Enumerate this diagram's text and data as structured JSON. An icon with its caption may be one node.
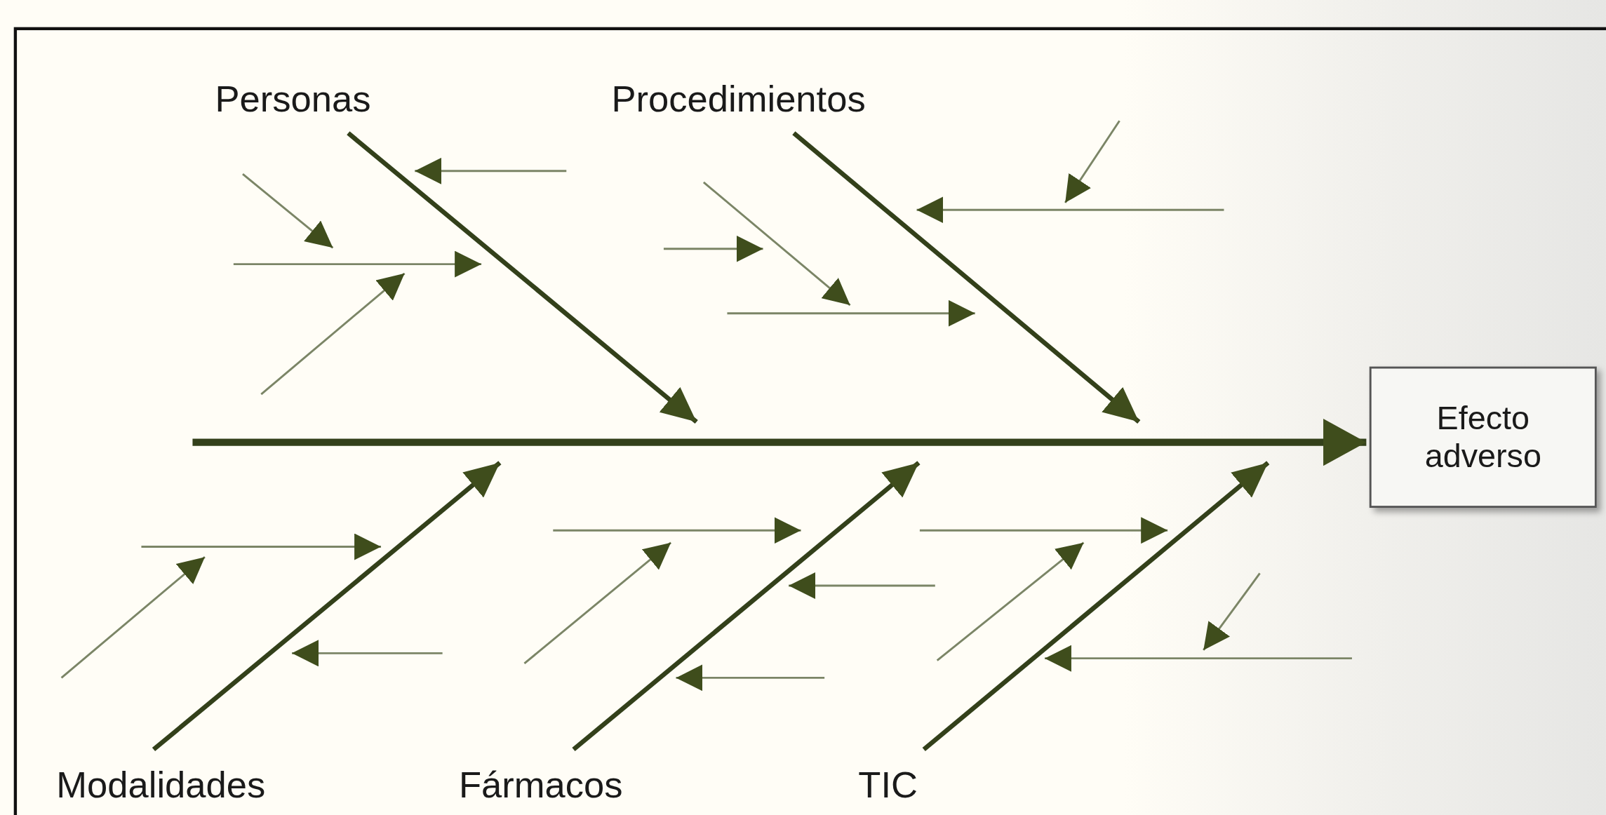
{
  "diagram": {
    "nodes": [
      {
        "text": [
          "Personas"
        ]
      },
      {
        "text": [
          "Procedimientos"
        ]
      },
      {
        "text": [
          "Modalidades"
        ]
      },
      {
        "text": [
          "Fármacos"
        ]
      },
      {
        "text": [
          "TIC"
        ]
      },
      {
        "text": [
          "Efecto adverso"
        ]
      }
    ],
    "edges": [
      {
        "from": 0,
        "to": null,
        "arrow": "to"
      },
      {
        "from": 1,
        "to": null,
        "arrow": "to"
      },
      {
        "from": 2,
        "to": null,
        "arrow": "to"
      },
      {
        "from": 3,
        "to": null,
        "arrow": "to"
      },
      {
        "from": 4,
        "to": null,
        "arrow": "to"
      },
      {
        "from": null,
        "to": 5,
        "arrow": "to"
      }
    ]
  }
}
